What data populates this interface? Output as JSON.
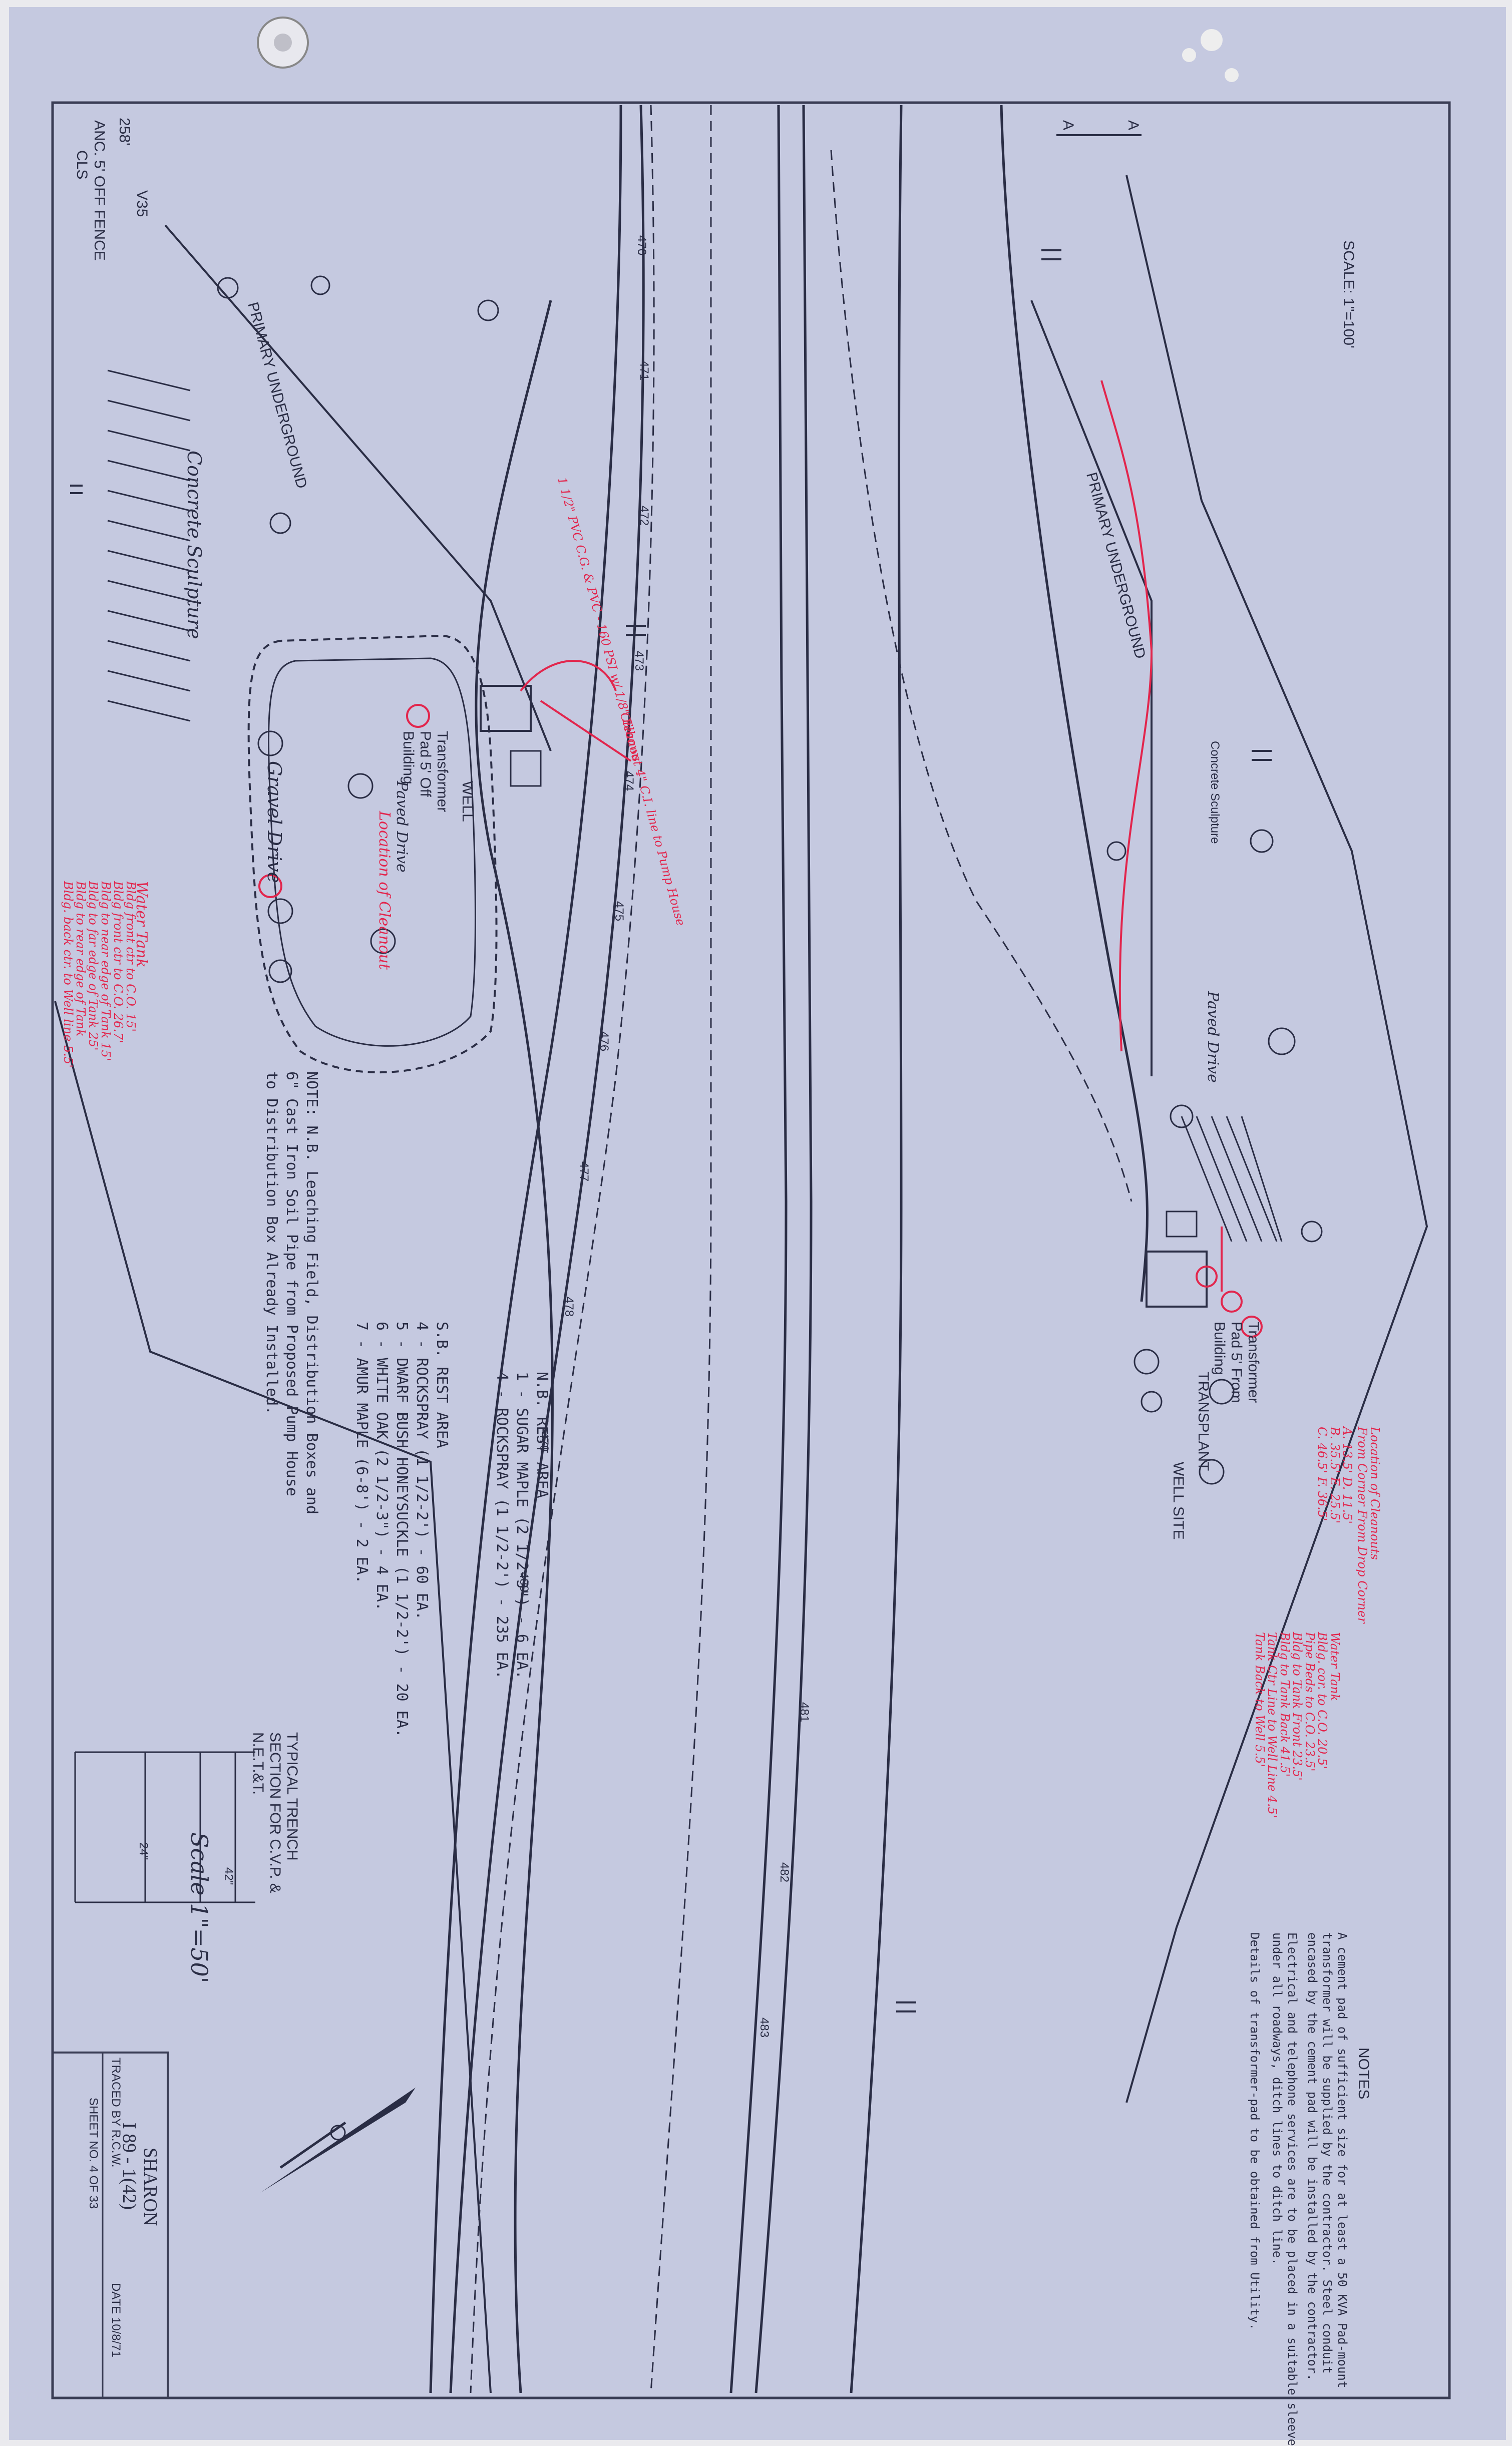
{
  "title_block": {
    "project": "SHARON",
    "route": "I 89 - 1(42)",
    "traced_by": "TRACED BY R.C.W.",
    "date": "DATE 10/8/71",
    "sheet": "SHEET NO. 4 OF 33"
  },
  "scale_top": "SCALE: 1\"=100'",
  "scale_bottom": "Scale 1\"=50'",
  "trench": {
    "title": "TYPICAL TRENCH SECTION FOR C.V.P. & N.E.T.&T.",
    "width_label": "24\"",
    "depth_label": "42\""
  },
  "notes": {
    "heading": "NOTES",
    "lines": [
      "A cement pad of sufficient size for at least a 50 KVA Pad-mount",
      "transformer will be supplied by the contractor. Steel conduit",
      "encased by the cement pad will be installed by the contractor.",
      "Electrical and telephone services are to be placed in a suitable sleeve",
      "under all roadways, ditch lines to ditch line.",
      "Details of transformer-pad to be obtained from Utility."
    ]
  },
  "plantings": {
    "nb_title": "N.B. REST AREA",
    "nb_items": [
      "1 - SUGAR MAPLE (2 1/2-3\") - 6 EA.",
      "4 - ROCKSPRAY (1 1/2-2') - 235 EA."
    ],
    "sb_title": "S.B. REST AREA",
    "sb_items": [
      "4 - ROCKSPRAY (1 1/2-2') - 60 EA.",
      "5 - DWARF BUSH HONEYSUCKLE (1 1/2-2') - 20 EA.",
      "6 - WHITE OAK (2 1/2-3\") - 4 EA.",
      "7 - AMUR MAPLE (6-8') - 2 EA."
    ]
  },
  "leaching_note": [
    "NOTE: N.B. Leaching Field, Distribution Boxes and",
    "6\" Cast Iron Soil Pipe from Proposed Pump House",
    "to Distribution Box Already Installed."
  ],
  "map_labels": {
    "primary_underground_left": "PRIMARY UNDERGROUND",
    "primary_underground_right": "PRIMARY UNDERGROUND",
    "well_left": "WELL",
    "well_site": "WELL SITE",
    "transplant": "TRANSPLANT",
    "transformer_left": "Transformer Pad 5' Off Building",
    "transformer_right": "Transformer Pad 5' From Building",
    "anc_fence": "ANC. 5' OFF FENCE",
    "cls": "CLS",
    "pole_258": "258'",
    "v35": "V35",
    "concrete_culvert": "Concrete Sculpture",
    "concrete_right": "Concrete Sculpture",
    "gravel_drive": "Gravel Drive",
    "paved_drive": "Paved Drive",
    "drive_right": "Paved Drive",
    "section_a": "A",
    "water_tank": "Water Tank"
  },
  "stations": [
    "470",
    "471",
    "472",
    "473",
    "474",
    "475",
    "476",
    "477",
    "478",
    "479",
    "480",
    "481",
    "482",
    "483"
  ],
  "red_annotations": {
    "location_left": "Location of Cleanout",
    "water_tank_left": [
      "Water Tank",
      "Bldg front ctr to C.O. 15'",
      "Bldg front ctr to C.O. 26.7'",
      "Bldg to near edge of Tank 15'",
      "Bldg to far edge of Tank 25'",
      "Bldg to rear edge of Tank",
      "Bldg. back ctr. to Well line 5.5'"
    ],
    "location_right": [
      "Location of Cleanouts",
      "From Corner  From Drop Corner",
      "A. 13.5'  D. 11.5'",
      "B. 35.5'  E. 25.5'",
      "C. 46.5'  F. 36.5'"
    ],
    "water_tank_right": [
      "Water Tank",
      "Bldg. cor. to C.O. 20.5'",
      "Pipe Beds to C.O. 23.5'",
      "Bldg to Tank Front 23.5'",
      "Bldg to Tank Back 41.5'",
      "Tank Ctr Line to Well Line 4.5'",
      "Tank Back to Well 5.5'"
    ],
    "pipe_note": "1 1/2\" PVC C.G. & PVC - 160 PSI  w/ 1/8\" Elbows",
    "cleanout_note": "Cleanout 4\" C.I. line to Pump House"
  },
  "colors": {
    "paper": "#c5c9e0",
    "ink": "#2a2d45",
    "red": "#e2264d",
    "margin": "#eaeaee"
  }
}
